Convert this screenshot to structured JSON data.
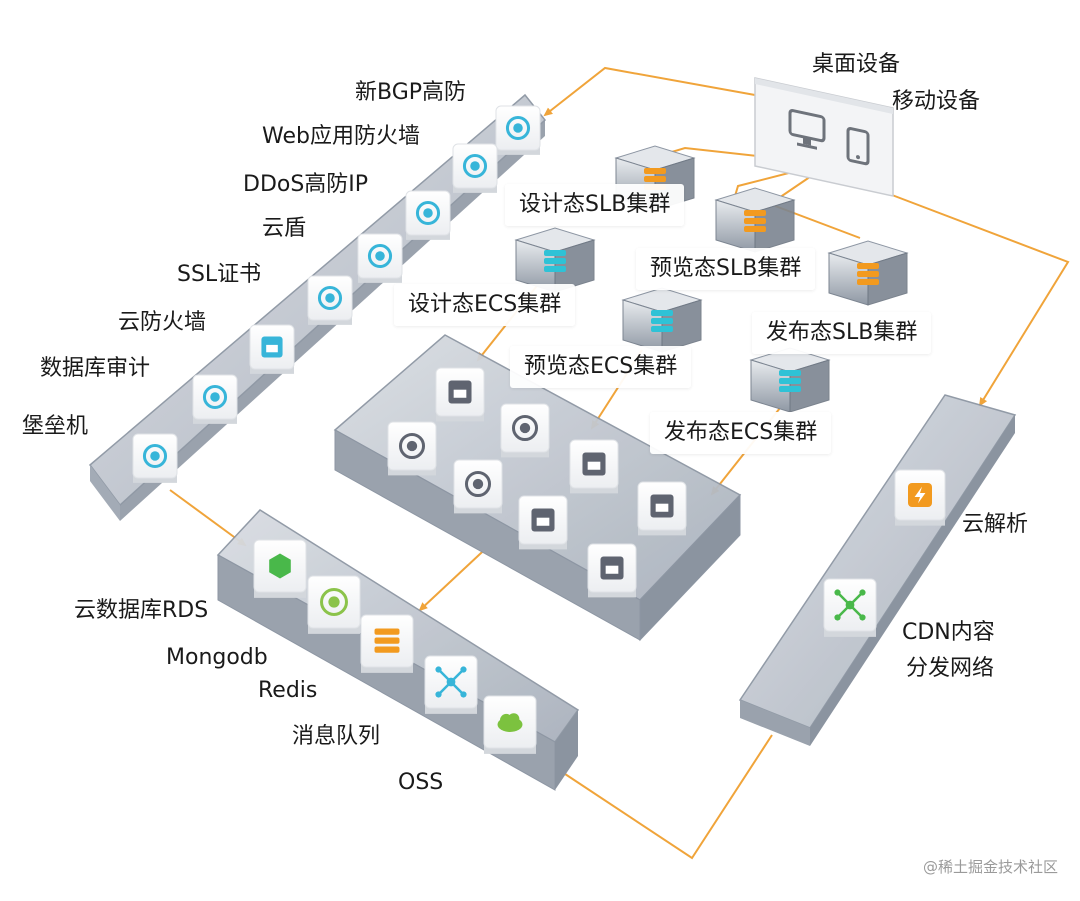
{
  "devices": {
    "desktop": "桌面设备",
    "mobile": "移动设备"
  },
  "security_chain": [
    "新BGP高防",
    "Web应用防火墙",
    "DDoS高防IP",
    "云盾",
    "SSL证书",
    "云防火墙",
    "数据库审计",
    "堡垒机"
  ],
  "clusters": {
    "design_slb": "设计态SLB集群",
    "preview_slb": "预览态SLB集群",
    "publish_slb": "发布态SLB集群",
    "design_ecs": "设计态ECS集群",
    "preview_ecs": "预览态ECS集群",
    "publish_ecs": "发布态ECS集群"
  },
  "storage": [
    "云数据库RDS",
    "Mongodb",
    "Redis",
    "消息队列",
    "OSS"
  ],
  "network": {
    "dns": "云解析",
    "cdn_line1": "CDN内容",
    "cdn_line2": "分发网络"
  },
  "watermark": "@稀土掘金技术社区",
  "colors": {
    "connector": "#f0a43a",
    "tray_fill": "#b7bec8",
    "tray_edge": "#8d96a3",
    "cube_face": "#f8f9fb",
    "slb_icon": "#f29a1f",
    "ecs_icon": "#2fc2d6",
    "security_icon": "#37b5d9",
    "service_icon": "#5f6470",
    "rds_icon": "#49b84a",
    "mongo_icon": "#8bc34a",
    "redis_icon": "#f29a1f",
    "mq_icon": "#37b5d9",
    "oss_icon": "#7cc23f",
    "dns_icon": "#f29a1f",
    "cdn_icon": "#49b84a"
  }
}
